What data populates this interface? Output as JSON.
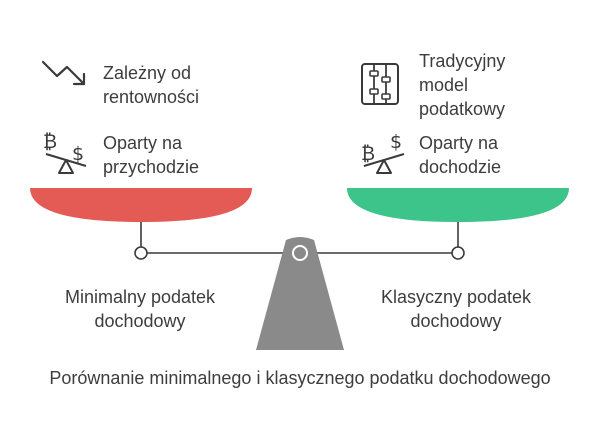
{
  "left": {
    "item1": {
      "line1": "Zależny od",
      "line2": "rentowności",
      "icon": "trend-down-icon"
    },
    "item2": {
      "line1": "Oparty na",
      "line2": "przychodzie",
      "icon": "bitcoin-dollar-seesaw-icon"
    },
    "label": {
      "line1": "Minimalny podatek",
      "line2": "dochodowy"
    },
    "color": "#e45a54"
  },
  "right": {
    "item1": {
      "line1": "Tradycyjny",
      "line2": "model",
      "line3": "podatkowy",
      "icon": "abacus-icon"
    },
    "item2": {
      "line1": "Oparty na",
      "line2": "dochodzie",
      "icon": "bitcoin-dollar-seesaw-icon"
    },
    "label": {
      "line1": "Klasyczny podatek",
      "line2": "dochodowy"
    },
    "color": "#3cc48a"
  },
  "caption": "Porównanie minimalnego i klasycznego podatku dochodowego",
  "colors": {
    "base": "#8a8a8a",
    "beam": "#3a3a3a"
  }
}
